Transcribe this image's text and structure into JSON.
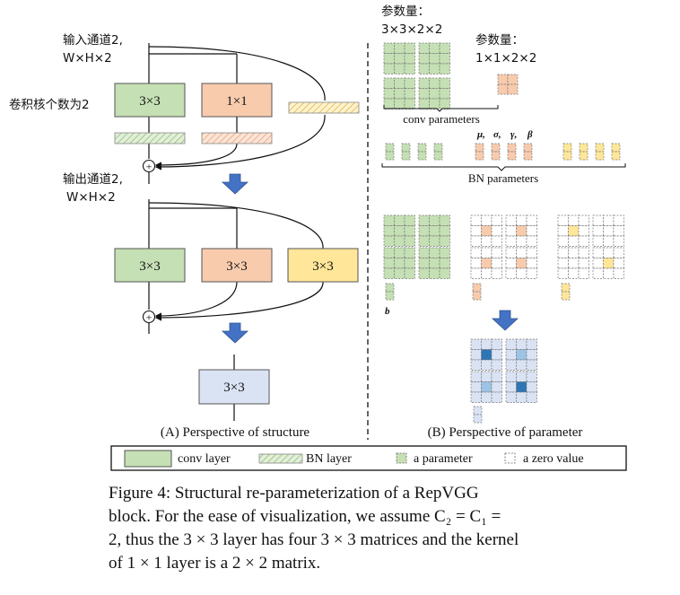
{
  "left_annotations": {
    "input_channels": "输入通道2,",
    "input_dims": "W×H×2",
    "kernel_count": "卷积核个数为2",
    "output_channels": "输出通道2,",
    "output_dims": "W×H×2"
  },
  "right_annotations": {
    "param_count_3x3_label": "参数量：",
    "param_count_3x3_value": "3×3×2×2",
    "param_count_1x1_label": "参数量：",
    "param_count_1x1_value": "1×1×2×2"
  },
  "blocks": {
    "conv3x3": "3×3",
    "conv1x1": "1×1",
    "fused_3x3_green": "3×3",
    "fused_3x3_orange": "3×3",
    "fused_3x3_yellow": "3×3",
    "final_3x3": "3×3"
  },
  "plus_symbol": "+",
  "param_labels": {
    "conv_parameters": "conv parameters",
    "bn_parameters": "BN parameters",
    "bn_mu": "μ,",
    "bn_sigma": "σ,",
    "bn_gamma": "γ,",
    "bn_beta": "β",
    "bias": "b"
  },
  "subtitles": {
    "structure": "(A) Perspective of structure",
    "parameter": "(B) Perspective of parameter"
  },
  "legend": {
    "conv_layer": "conv layer",
    "bn_layer": "BN layer",
    "a_parameter": "a parameter",
    "a_zero_value": "a zero value"
  },
  "colors": {
    "green": "#c5e0b4",
    "orange": "#f8cbad",
    "yellow": "#ffe699",
    "blue": "#dae3f3",
    "dark_blue_param": "#2e75b6",
    "light_blue_param": "#9dc3e6",
    "arrow_blue": "#4472c4"
  },
  "caption": {
    "line1": "Figure 4:  Structural re-parameterization of a RepVGG",
    "line2": "block. For the ease of visualization, we assume C₂ = C₁ =",
    "line3": "2, thus the 3 × 3 layer has four 3 × 3 matrices and the kernel",
    "line4": "of 1 × 1 layer is a 2 × 2 matrix."
  }
}
